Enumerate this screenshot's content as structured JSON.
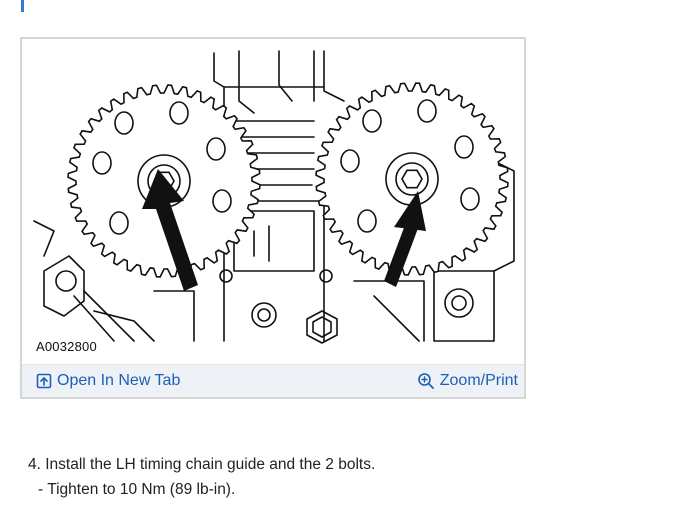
{
  "figure": {
    "code": "A0032800",
    "toolbar": {
      "open_label": "Open In New Tab",
      "open_icon": "open-new-tab-icon",
      "zoom_label": "Zoom/Print",
      "zoom_icon": "zoom-magnifier-icon"
    }
  },
  "colors": {
    "link": "#1d5fb8",
    "accent": "#2f7fd8",
    "toolbar_bg": "#eef1f6"
  },
  "instructions": {
    "step": "4. Install the LH timing chain guide and the 2 bolts.",
    "sub_step": "-  Tighten to 10 Nm (89 lb-in)."
  }
}
